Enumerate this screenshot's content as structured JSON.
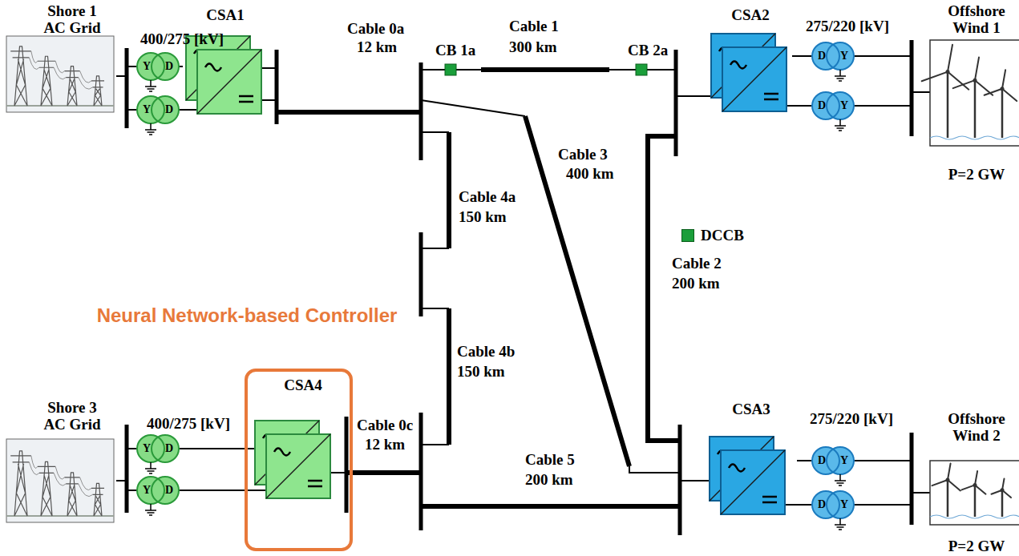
{
  "diagram": {
    "nodes": [
      {
        "text": [
          "Shore 1 AC Grid"
        ]
      },
      {
        "text": [
          "CSA1"
        ]
      },
      {
        "text": [
          "CSA2"
        ]
      },
      {
        "text": [
          "Offshore Wind 1",
          "P=2 GW"
        ]
      },
      {
        "text": [
          "Neural Network-based Controller"
        ]
      },
      {
        "text": [
          "CSA4"
        ],
        "in": 4
      },
      {
        "text": [
          "Shore 3 AC Grid"
        ]
      },
      {
        "text": [
          "CSA3"
        ]
      },
      {
        "text": [
          "Offshore Wind 2",
          "P=2 GW"
        ]
      }
    ],
    "edges": [
      {
        "from": 0,
        "to": 1,
        "arrow": "none"
      },
      {
        "from": 2,
        "to": 3,
        "arrow": "none"
      },
      {
        "from": 7,
        "to": 8,
        "arrow": "none"
      },
      {
        "from": 6,
        "to": 5,
        "arrow": "none"
      }
    ],
    "labels": [
      "400/275 [kV]",
      "Cable 0a",
      "12 km",
      "CB 1a",
      "Cable 1",
      "300 km",
      "CB 2a",
      "275/220 [kV]",
      "Cable 3",
      "400 km",
      "Cable 4a",
      "150 km",
      "Cable 2",
      "200 km",
      "Cable 4b",
      "150 km",
      "400/275 [kV]",
      "Cable 0c",
      "12 km",
      "275/220 [kV]",
      "Cable 5",
      "200 km",
      "Y",
      "D",
      "Y",
      "D",
      "D",
      "Y",
      "D",
      "Y",
      "Y",
      "D",
      "Y",
      "D",
      "D",
      "Y",
      "D",
      "Y"
    ],
    "legend": [
      {
        "text": "DCCB",
        "color": "#1a9e3a"
      }
    ]
  }
}
